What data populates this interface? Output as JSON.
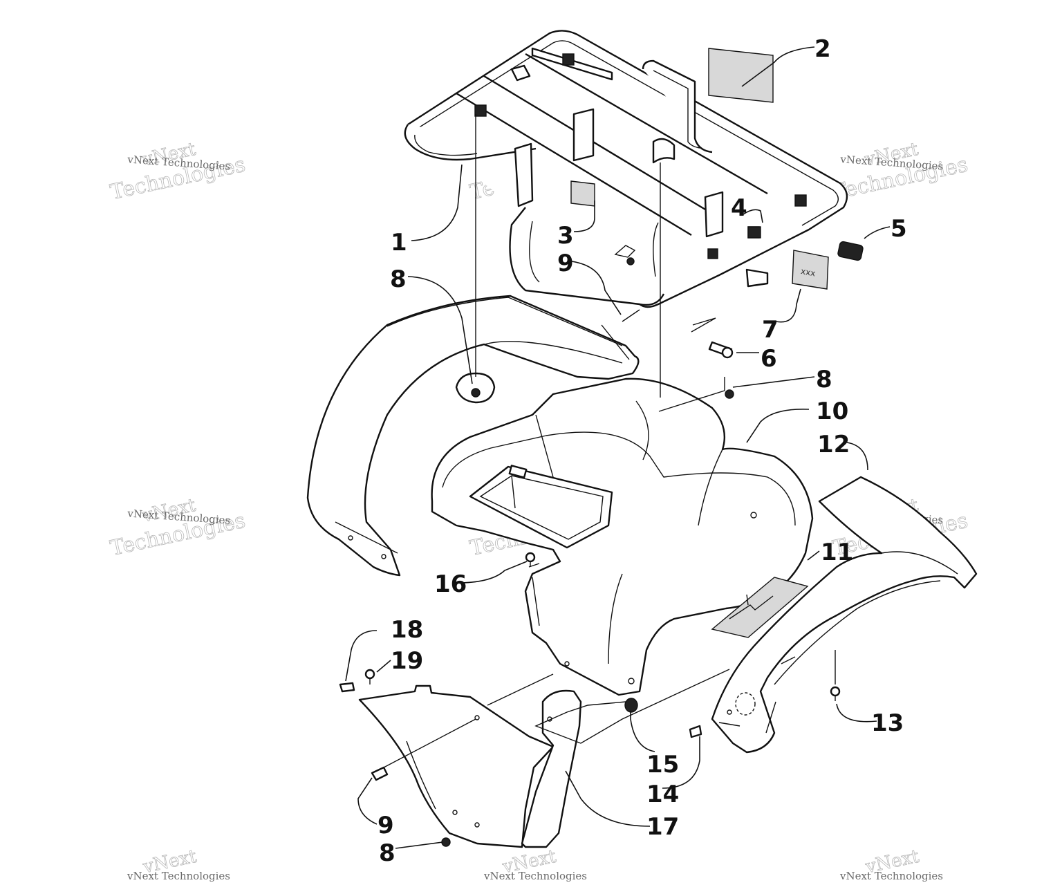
{
  "callouts": [
    {
      "id": "c1",
      "text": "1"
    },
    {
      "id": "c2",
      "text": "2"
    },
    {
      "id": "c3",
      "text": "3"
    },
    {
      "id": "c4",
      "text": "4"
    },
    {
      "id": "c5",
      "text": "5"
    },
    {
      "id": "c6",
      "text": "6"
    },
    {
      "id": "c7",
      "text": "7"
    },
    {
      "id": "c8a",
      "text": "8"
    },
    {
      "id": "c8b",
      "text": "8"
    },
    {
      "id": "c8c",
      "text": "8"
    },
    {
      "id": "c9a",
      "text": "9"
    },
    {
      "id": "c9b",
      "text": "9"
    },
    {
      "id": "c10",
      "text": "10"
    },
    {
      "id": "c11",
      "text": "11"
    },
    {
      "id": "c12",
      "text": "12"
    },
    {
      "id": "c13",
      "text": "13"
    },
    {
      "id": "c14",
      "text": "14"
    },
    {
      "id": "c15",
      "text": "15"
    },
    {
      "id": "c16",
      "text": "16"
    },
    {
      "id": "c17",
      "text": "17"
    },
    {
      "id": "c18",
      "text": "18"
    },
    {
      "id": "c19",
      "text": "19"
    }
  ],
  "watermark": {
    "line1": "vNext",
    "line2": "Technologies",
    "small": "vNext Technologies"
  }
}
